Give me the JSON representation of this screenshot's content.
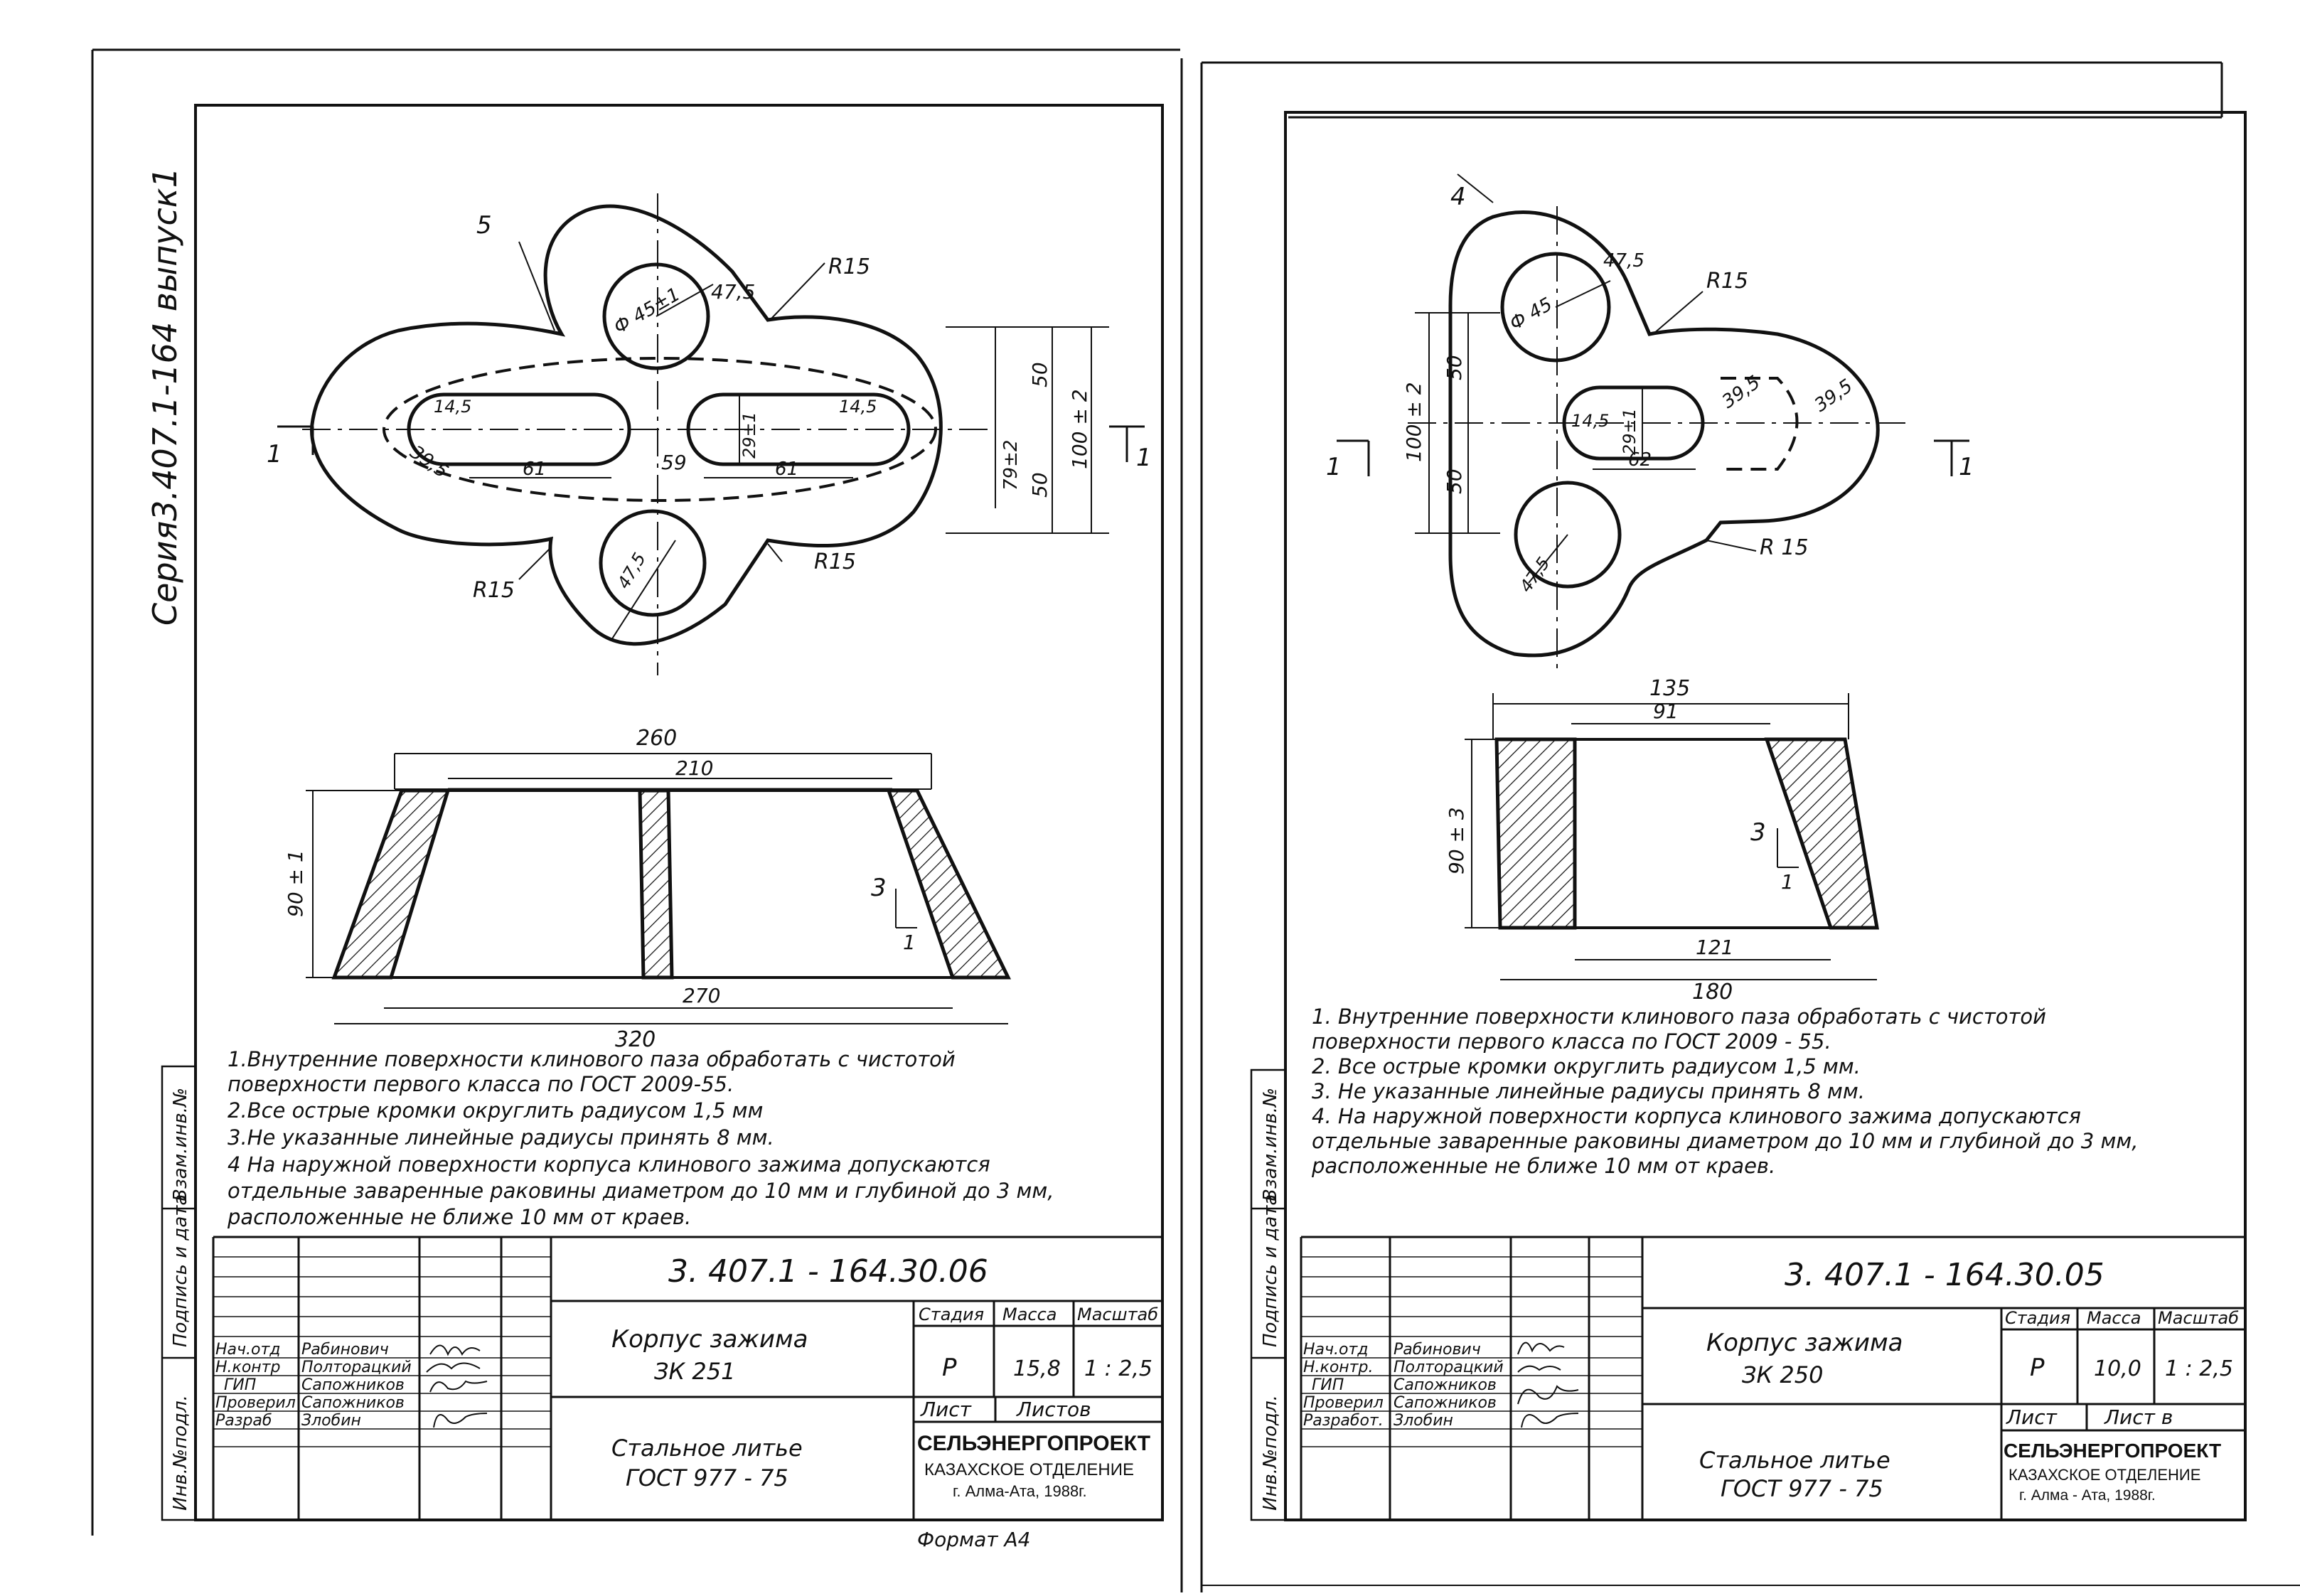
{
  "series_label": "Серия3.407.1-164 выпуск1",
  "stamp_labels": [
    "Инв.№подл.",
    "Подпись и дата",
    "Взам.инв.№"
  ],
  "format_label": "Формат А4",
  "sheets": [
    {
      "id": "left",
      "plan_dims": [
        "5",
        "Ф 45±1",
        "47,5",
        "R15",
        "R15",
        "R15",
        "14,5",
        "39,5",
        "61",
        "59",
        "29±1",
        "61",
        "14,5",
        "79±2",
        "50",
        "50",
        "100 ± 2",
        "47,5",
        "1",
        "1"
      ],
      "section_dims": [
        "260",
        "210",
        "90 ± 1",
        "3",
        "1",
        "270",
        "320"
      ],
      "notes": [
        "1.Внутренние  поверхности  клинового  паза  обработать  с чистотой",
        "   поверхности  первого  класса  по ГОСТ 2009-55.",
        "2.Все  острые  кромки  округлить  радиусом  1,5 мм",
        "3.Не  указанные   линейные  радиусы   принять  8 мм.",
        "4 На  наружной   поверхности  корпуса  клинового  зажима  допускаются",
        "   отдельные  заваренные  раковины  диаметром  до  10 мм  и  глубиной  до 3 мм,",
        "   расположенные   не  ближе   10 мм   от  краев."
      ],
      "title_block": {
        "code": "3. 407.1 - 164.30.06",
        "name_line1": "Корпус   зажима",
        "name_line2": "ЗК  251",
        "material_line1": "Стальное  литье",
        "material_line2": "ГОСТ  977 - 75",
        "head_stage": "Стадия",
        "head_mass": "Масса",
        "head_scale": "Масштаб",
        "stage": "Р",
        "mass": "15,8",
        "scale": "1 : 2,5",
        "sheet_label": "Лист",
        "sheets_label": "Листов",
        "org_line1": "СЕЛЬЭНЕРГОПРОЕКТ",
        "org_line2": "КАЗАХСКОЕ  ОТДЕЛЕНИЕ",
        "org_line3": "г. Алма-Ата, 1988г.",
        "roles": [
          "Нач.отд",
          "Н.контр",
          "ГИП",
          "Проверил",
          "Разраб"
        ],
        "people": [
          "Рабинович",
          "Полторацкий",
          "Сапожников",
          "Сапожников",
          "Злобин"
        ]
      }
    },
    {
      "id": "right",
      "plan_dims": [
        "4",
        "Ф 45",
        "47,5",
        "R15",
        "R 15",
        "14,5",
        "39,5",
        "39,5",
        "29±1",
        "62",
        "50",
        "50",
        "100 ± 2",
        "47,5",
        "1",
        "1"
      ],
      "section_dims": [
        "135",
        "91",
        "90 ± 3",
        "3",
        "1",
        "121",
        "180"
      ],
      "notes": [
        "1. Внутренние   поверхности   клинового  паза  обработать  с  чистотой",
        "    поверхности   первого   класса   по  ГОСТ  2009 - 55.",
        "2. Все  острые  кромки  округлить  радиусом  1,5 мм.",
        "3. Не  указанные   линейные  радиусы  принять  8 мм.",
        "4. На  наружной  поверхности  корпуса  клинового  зажима  допускаются",
        "    отдельные  заваренные  раковины  диаметром  до  10 мм  и  глубиной  до 3 мм,",
        "    расположенные   не  ближе   10 мм   от  краев."
      ],
      "title_block": {
        "code": "3. 407.1 - 164.30.05",
        "name_line1": "Корпус  зажима",
        "name_line2": "ЗК  250",
        "material_line1": "Стальное  литье",
        "material_line2": "ГОСТ  977 - 75",
        "head_stage": "Стадия",
        "head_mass": "Масса",
        "head_scale": "Масштаб",
        "stage": "Р",
        "mass": "10,0",
        "scale": "1 : 2,5",
        "sheet_label": "Лист",
        "sheets_label": "Лист в",
        "org_line1": "СЕЛЬЭНЕРГОПРОЕКТ",
        "org_line2": "КАЗАХСКОЕ  ОТДЕЛЕНИЕ",
        "org_line3": "г. Алма - Ата, 1988г.",
        "roles": [
          "Нач.отд",
          "Н.контр.",
          "ГИП",
          "Проверил",
          "Разработ."
        ],
        "people": [
          "Рабинович",
          "Полторацкий",
          "Сапожников",
          "Сапожников",
          "Злобин"
        ]
      }
    }
  ]
}
